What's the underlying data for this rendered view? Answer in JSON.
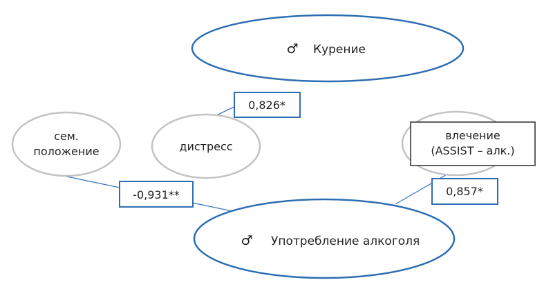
{
  "nodes": {
    "smoking": {
      "label": "Курение",
      "icon": "male-symbol-icon",
      "icon_glyph": "♂"
    },
    "alcohol_use": {
      "label": "Употребление алкоголя",
      "icon": "male-symbol-icon",
      "icon_glyph": "♂"
    },
    "marital_status": {
      "line1": "сем.",
      "line2": "положение"
    },
    "distress": {
      "label": "дистресс"
    },
    "craving": {
      "line1": "влечение",
      "line2": "(ASSIST – алк.)"
    }
  },
  "coefficients": {
    "distress_smoking": "0,826*",
    "marital_alcohol": "-0,931**",
    "craving_alcohol": "0,857*"
  },
  "colors": {
    "main_ellipse_stroke": "#2e6db3",
    "secondary_ellipse_stroke": "#c3c3c3",
    "link_line": "#3b78c0",
    "coef_box_stroke": "#2e6db3",
    "craving_box_stroke": "#2a2a2a",
    "text": "#222222"
  }
}
